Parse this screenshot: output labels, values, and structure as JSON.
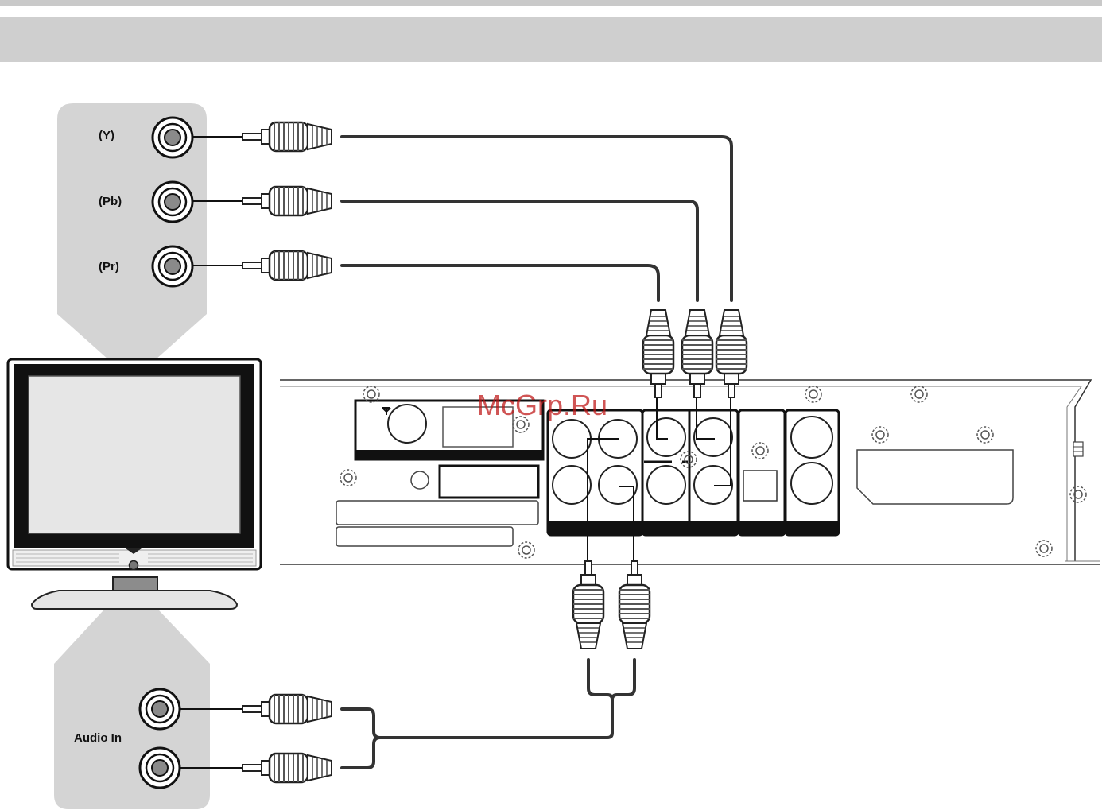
{
  "labels": {
    "y": "(Y)",
    "pb": "(Pb)",
    "pr": "(Pr)",
    "audio_in": "Audio In"
  },
  "watermark": "McGrp.Ru",
  "colors": {
    "panel_gray": "#d4d4d4",
    "band_gray": "#cfcfcf",
    "cable": "#333333",
    "watermark": "#be1414"
  }
}
